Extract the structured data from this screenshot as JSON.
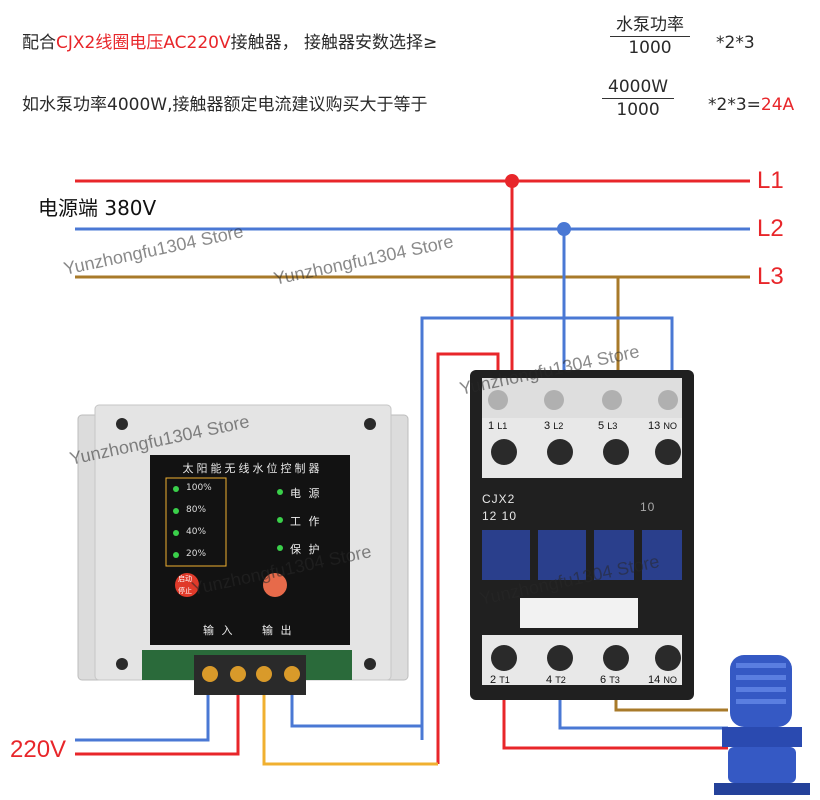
{
  "header": {
    "line1_prefix": "配合",
    "line1_highlight": "CJX2线圈电压AC220V",
    "line1_suffix": "接触器， 接触器安数选择≥",
    "fraction1_num": "水泵功率",
    "fraction1_den": "1000",
    "mult1": "*2*3",
    "line2_text": "如水泵功率4000W,接触器额定电流建议购买大于等于",
    "fraction2_num": "4000W",
    "fraction2_den": "1000",
    "mult2_prefix": "*2*3=",
    "mult2_result": "24A"
  },
  "lines": {
    "l1": "L1",
    "l2": "L2",
    "l3": "L3"
  },
  "source_label": "电源端 380V",
  "input_voltage_label": "220V",
  "controller": {
    "title": "太阳能无线水位控制器",
    "levels": [
      "100%",
      "80%",
      "40%",
      "20%"
    ],
    "status": [
      "电 源",
      "工 作",
      "保 护"
    ],
    "button_start": "启动",
    "button_stop": "停止",
    "label_input": "输 入",
    "label_output": "输 出"
  },
  "contactor": {
    "model_line1": "CJX2",
    "model_line2": "12 10",
    "model_side": "10",
    "top_terminals": [
      "1",
      "3",
      "5",
      "13"
    ],
    "top_sub": [
      "L1",
      "L2",
      "L3",
      "NO"
    ],
    "bottom_terminals": [
      "2",
      "4",
      "6",
      "14"
    ],
    "bottom_sub": [
      "T1",
      "T2",
      "T3",
      "NO"
    ]
  },
  "watermark": "Yunzhongfu1304 Store",
  "colors": {
    "red": "#e8262a",
    "blue": "#4a78d4",
    "brown": "#a87a2a",
    "yellow": "#f0b030",
    "dark": "#1a1a1a"
  }
}
